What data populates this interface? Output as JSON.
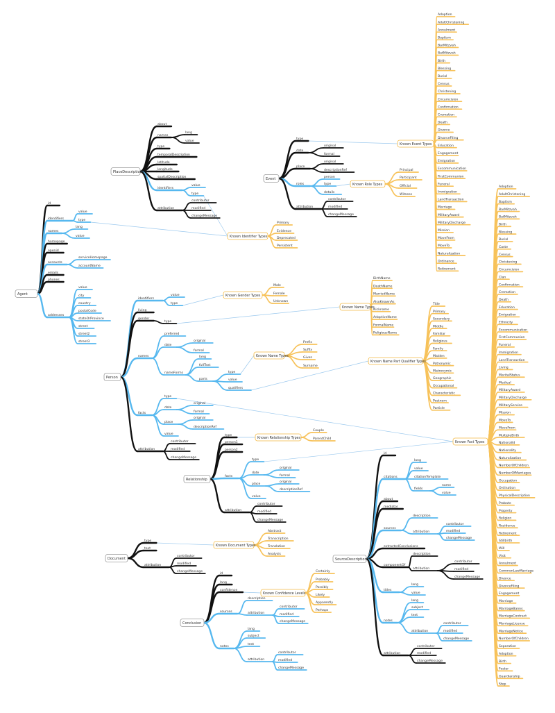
{
  "palette": {
    "black": "#111111",
    "blue": "#56b8ef",
    "orange": "#f7c25a",
    "link": "#9cc9ee"
  },
  "mindmap": {
    "agent": {
      "label": "Agent",
      "children": [
        {
          "label": "id"
        },
        {
          "label": "identifiers",
          "children": [
            {
              "label": "value"
            },
            {
              "label": "type"
            }
          ]
        },
        {
          "label": "names",
          "children": [
            {
              "label": "lang"
            },
            {
              "label": "value"
            }
          ]
        },
        {
          "label": "homepage"
        },
        {
          "label": "openid"
        },
        {
          "label": "accounts",
          "children": [
            {
              "label": "serviceHomepage"
            },
            {
              "label": "accountName"
            }
          ]
        },
        {
          "label": "emails"
        },
        {
          "label": "phones"
        },
        {
          "label": "addresses",
          "children": [
            {
              "label": "value"
            },
            {
              "label": "city"
            },
            {
              "label": "country"
            },
            {
              "label": "postalCode"
            },
            {
              "label": "stateOrProvince"
            },
            {
              "label": "street"
            },
            {
              "label": "street2"
            },
            {
              "label": "street3"
            }
          ]
        }
      ]
    },
    "place": {
      "label": "PlaceDescription",
      "children": [
        {
          "label": "about"
        },
        {
          "label": "names",
          "children": [
            {
              "label": "lang"
            },
            {
              "label": "value"
            }
          ]
        },
        {
          "label": "type"
        },
        {
          "label": "temporalDescription"
        },
        {
          "label": "latitude"
        },
        {
          "label": "longitude"
        },
        {
          "label": "spatialDescription"
        },
        {
          "label": "identifiers",
          "children": [
            {
              "label": "value"
            },
            {
              "label": "type"
            }
          ]
        },
        {
          "label": "attribution",
          "children": [
            {
              "label": "contributor"
            },
            {
              "label": "modified"
            },
            {
              "label": "changeMessage"
            }
          ]
        }
      ]
    },
    "event": {
      "label": "Event",
      "children": [
        {
          "label": "type"
        },
        {
          "label": "date",
          "children": [
            {
              "label": "original"
            },
            {
              "label": "formal"
            }
          ]
        },
        {
          "label": "place",
          "children": [
            {
              "label": "original"
            },
            {
              "label": "descriptionRef"
            }
          ]
        },
        {
          "label": "roles",
          "children": [
            {
              "label": "person"
            },
            {
              "label": "type"
            },
            {
              "label": "details"
            }
          ]
        },
        {
          "label": "attribution",
          "children": [
            {
              "label": "contributor"
            },
            {
              "label": "modified"
            },
            {
              "label": "changeMessage"
            }
          ]
        }
      ]
    },
    "event_types": {
      "label": "Known Event Types",
      "items": [
        "Adoption",
        "AdultChristening",
        "Annulment",
        "Baptism",
        "BarMitzvah",
        "BatMitzvah",
        "Birth",
        "Blessing",
        "Burial",
        "Census",
        "Christening",
        "Circumcision",
        "Confirmation",
        "Cremation",
        "Death",
        "Divorce",
        "DivorceFiling",
        "Education",
        "Engagement",
        "Emigration",
        "Excommunication",
        "FirstCommunion",
        "Funeral",
        "Immigration",
        "LandTransaction",
        "Marriage",
        "MilitaryAward",
        "MilitaryDischarge",
        "Mission",
        "MoveFrom",
        "MoveTo",
        "Naturalization",
        "Ordinance",
        "Retirement"
      ]
    },
    "role_types": {
      "label": "Known Role Types",
      "items": [
        "Principal",
        "Participant",
        "Official",
        "Witness"
      ]
    },
    "identifier_types": {
      "label": "Known Identifier Types",
      "items": [
        "Primary",
        "Evidence",
        "Deprecated",
        "Persistent"
      ]
    },
    "person": {
      "label": "Person",
      "children": [
        {
          "label": "identifiers",
          "children": [
            {
              "label": "value"
            },
            {
              "label": "type"
            }
          ]
        },
        {
          "label": "living"
        },
        {
          "label": "gender",
          "children": [
            {
              "label": "type"
            }
          ]
        },
        {
          "label": "names",
          "children": [
            {
              "label": "preferred"
            },
            {
              "label": "date",
              "children": [
                {
                  "label": "original"
                },
                {
                  "label": "formal"
                }
              ]
            },
            {
              "label": "nameForms",
              "children": [
                {
                  "label": "lang"
                },
                {
                  "label": "fullText"
                },
                {
                  "label": "parts",
                  "children": [
                    {
                      "label": "type"
                    },
                    {
                      "label": "value"
                    },
                    {
                      "label": "qualifiers"
                    }
                  ]
                }
              ]
            }
          ]
        },
        {
          "label": "facts",
          "children": [
            {
              "label": "type"
            },
            {
              "label": "date",
              "children": [
                {
                  "label": "original"
                },
                {
                  "label": "formal"
                }
              ]
            },
            {
              "label": "place",
              "children": [
                {
                  "label": "original"
                },
                {
                  "label": "descriptionRef"
                }
              ]
            },
            {
              "label": "value"
            }
          ]
        },
        {
          "label": "attribution",
          "children": [
            {
              "label": "contributor"
            },
            {
              "label": "modified"
            },
            {
              "label": "changeMessage"
            }
          ]
        }
      ]
    },
    "gender_types": {
      "label": "Known Gender Types",
      "items": [
        "Male",
        "Female",
        "Unknown"
      ]
    },
    "name_types": {
      "label": "Known Name Types",
      "items": [
        "BirthName",
        "DeathName",
        "MarriedName",
        "AlsoKnownAs",
        "Nickname",
        "AdoptiveName",
        "FormalName",
        "ReligiousName"
      ]
    },
    "name_part_types": {
      "label": "Known Name Types",
      "items": [
        "Prefix",
        "Suffix",
        "Given",
        "Surname"
      ]
    },
    "qualifier_types": {
      "label": "Known Name Part Qualifier Types",
      "items": [
        "Title",
        "Primary",
        "Secondary",
        "Middle",
        "Familiar",
        "Religious",
        "Family",
        "Maiden",
        "Patronymic",
        "Matronymic",
        "Geographic",
        "Occupational",
        "Characteristic",
        "Postnom",
        "Particle"
      ]
    },
    "fact_types": {
      "label": "Known Fact Types",
      "items": [
        "Adoption",
        "AdultChristening",
        "Baptism",
        "BarMitzvah",
        "BatMitzvah",
        "Birth",
        "Blessing",
        "Burial",
        "Caste",
        "Census",
        "Christening",
        "Circumcision",
        "Clan",
        "Confirmation",
        "Cremation",
        "Death",
        "Education",
        "Emigration",
        "Ethnicity",
        "Excommunication",
        "FirstCommunion",
        "Funeral",
        "Immigration",
        "LandTransaction",
        "Living",
        "MaritalStatus",
        "Medical",
        "MilitaryAward",
        "MilitaryDischarge",
        "MilitaryService",
        "Mission",
        "MoveTo",
        "MoveFrom",
        "MultipleBirth",
        "NationalId",
        "Nationality",
        "Naturalization",
        "NumberOfChildren",
        "NumberOfMarriages",
        "Occupation",
        "Ordination",
        "PhysicalDescription",
        "Probate",
        "Property",
        "Religion",
        "Residence",
        "Retirement",
        "Stillbirth",
        "Will",
        "Visit",
        "Annulment",
        "CommonLawMarriage",
        "Divorce",
        "DivorceFiling",
        "Engagement",
        "Marriage",
        "MarriageBanns",
        "MarriageContract",
        "MarriageLicense",
        "MarriageNotice",
        "NumberOfChildren",
        "Separation",
        "Adoption",
        "Birth",
        "Foster",
        "Guardianship",
        "Step"
      ]
    },
    "relationship": {
      "label": "Relationship",
      "children": [
        {
          "label": "type"
        },
        {
          "label": "person1"
        },
        {
          "label": "person2"
        },
        {
          "label": "facts",
          "children": [
            {
              "label": "type"
            },
            {
              "label": "date",
              "children": [
                {
                  "label": "original"
                },
                {
                  "label": "formal"
                }
              ]
            },
            {
              "label": "place",
              "children": [
                {
                  "label": "original"
                },
                {
                  "label": "descriptionRef"
                }
              ]
            },
            {
              "label": "value"
            }
          ]
        },
        {
          "label": "attribution",
          "children": [
            {
              "label": "contributor"
            },
            {
              "label": "modified"
            },
            {
              "label": "changeMessage"
            }
          ]
        }
      ]
    },
    "relationship_types": {
      "label": "Known Relationship Types",
      "items": [
        "Couple",
        "ParentChild"
      ]
    },
    "source": {
      "label": "SourceDescription",
      "children": [
        {
          "label": "id"
        },
        {
          "label": "citations",
          "children": [
            {
              "label": "lang"
            },
            {
              "label": "value"
            },
            {
              "label": "citationTemplate"
            },
            {
              "label": "fields",
              "children": [
                {
                  "label": "name"
                },
                {
                  "label": "value"
                }
              ]
            }
          ]
        },
        {
          "label": "about"
        },
        {
          "label": "mediator"
        },
        {
          "label": "sources",
          "children": [
            {
              "label": "description"
            },
            {
              "label": "attribution",
              "children": [
                {
                  "label": "contributor"
                },
                {
                  "label": "modified"
                },
                {
                  "label": "changeMessage"
                }
              ]
            }
          ]
        },
        {
          "label": "extractedConclusions"
        },
        {
          "label": "componentOf",
          "children": [
            {
              "label": "description"
            },
            {
              "label": "attribution",
              "children": [
                {
                  "label": "contributor"
                },
                {
                  "label": "modified"
                },
                {
                  "label": "changeMessage"
                }
              ]
            }
          ]
        },
        {
          "label": "titles",
          "children": [
            {
              "label": "lang"
            },
            {
              "label": "value"
            }
          ]
        },
        {
          "label": "notes",
          "children": [
            {
              "label": "lang"
            },
            {
              "label": "subject"
            },
            {
              "label": "text"
            },
            {
              "label": "attribution",
              "children": [
                {
                  "label": "contributor"
                },
                {
                  "label": "modified"
                },
                {
                  "label": "changeMessage"
                }
              ]
            }
          ]
        },
        {
          "label": "attribution",
          "children": [
            {
              "label": "contributor"
            },
            {
              "label": "modified"
            },
            {
              "label": "changeMessage"
            }
          ]
        }
      ]
    },
    "document": {
      "label": "Document",
      "children": [
        {
          "label": "type"
        },
        {
          "label": "text"
        },
        {
          "label": "attribution",
          "children": [
            {
              "label": "contributor"
            },
            {
              "label": "modified"
            },
            {
              "label": "changeMessage"
            }
          ]
        }
      ]
    },
    "document_types": {
      "label": "Known Document Types",
      "items": [
        "Abstract",
        "Transcription",
        "Translation",
        "Analysis"
      ]
    },
    "conclusion": {
      "label": "Conclusion",
      "children": [
        {
          "label": "id"
        },
        {
          "label": "lang"
        },
        {
          "label": "confidence"
        },
        {
          "label": "sources",
          "children": [
            {
              "label": "description"
            },
            {
              "label": "attribution",
              "children": [
                {
                  "label": "contributor"
                },
                {
                  "label": "modified"
                },
                {
                  "label": "changeMessage"
                }
              ]
            }
          ]
        },
        {
          "label": "notes",
          "children": [
            {
              "label": "lang"
            },
            {
              "label": "subject"
            },
            {
              "label": "text"
            },
            {
              "label": "attribution",
              "children": [
                {
                  "label": "contributor"
                },
                {
                  "label": "modified"
                },
                {
                  "label": "changeMessage"
                }
              ]
            }
          ]
        }
      ]
    },
    "confidence_levels": {
      "label": "Known Confidence Levels",
      "items": [
        "Certainly",
        "Probably",
        "Possibly",
        "Likely",
        "Apparently",
        "Perhaps"
      ]
    }
  }
}
